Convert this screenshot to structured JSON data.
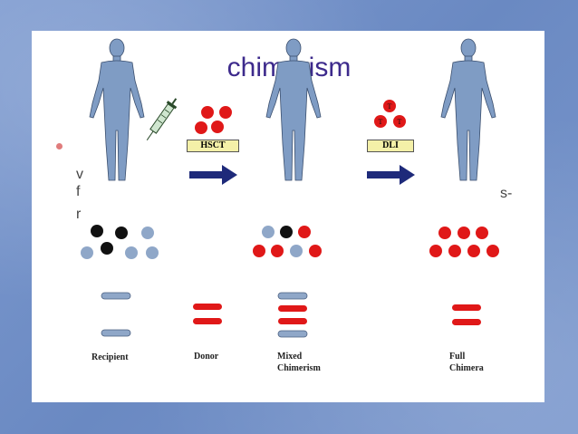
{
  "title": "chimerism",
  "fragments": {
    "a": "v",
    "b": "f",
    "c": "r",
    "d": "s-"
  },
  "arrows": {
    "first": "HSCT",
    "second": "DLI"
  },
  "t_cell_letter": "T",
  "labels": {
    "recipient": "Recipient",
    "donor": "Donor",
    "mixed_line1": "Mixed",
    "mixed_line2": "Chimerism",
    "full_line1": "Full",
    "full_line2": "Chimera"
  },
  "colors": {
    "recipient": "#8fa7c8",
    "donor": "#e01818",
    "black": "#111111",
    "body": "#7f9cc4"
  }
}
